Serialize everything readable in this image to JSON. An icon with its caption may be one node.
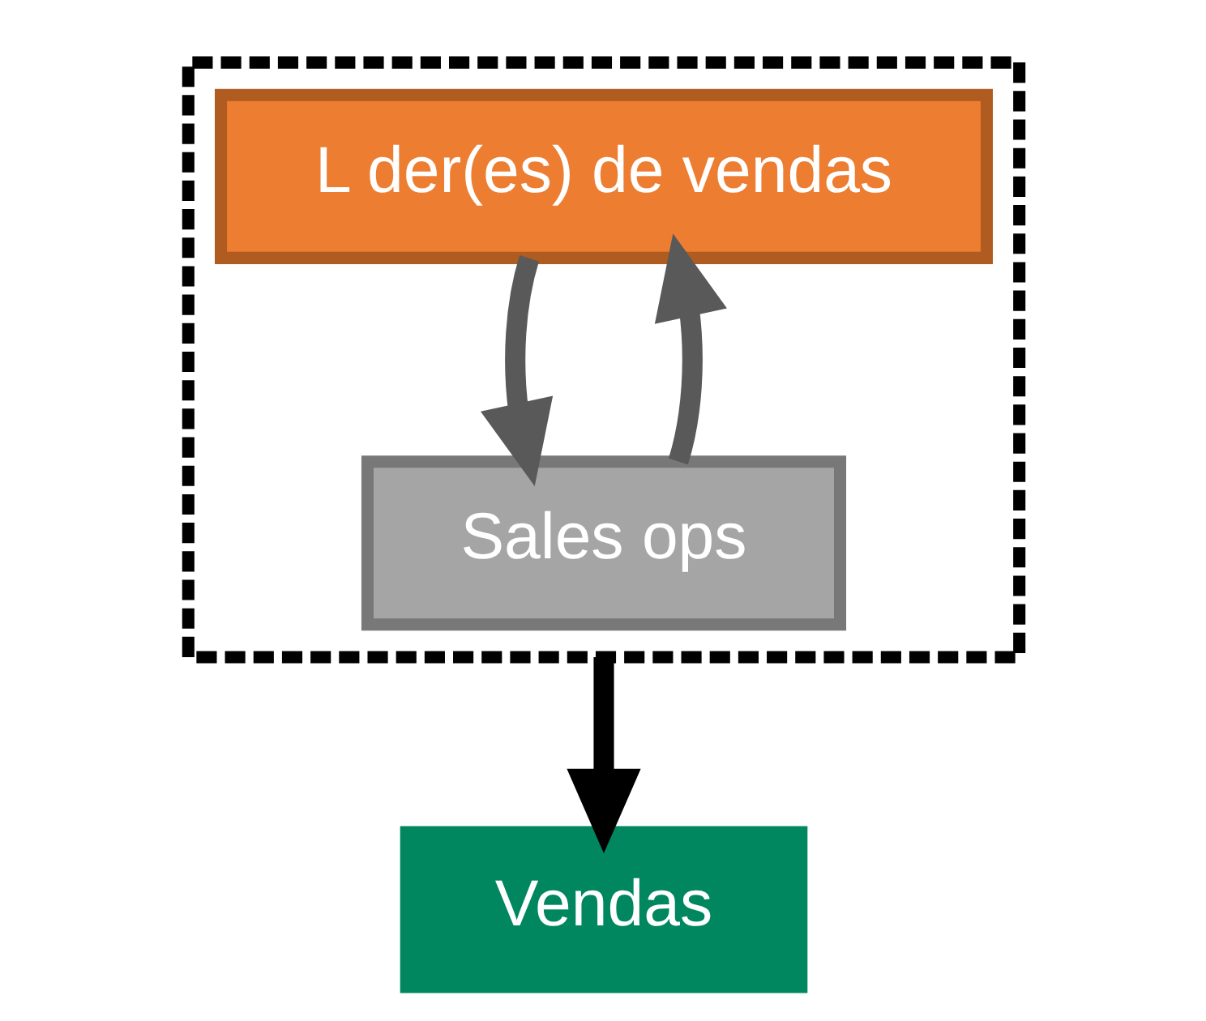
{
  "diagram": {
    "nodes": [
      {
        "text": [],
        "shape": "box"
      },
      {
        "text": [
          "L der(es) de vendas"
        ],
        "in": 0
      },
      {
        "text": [
          "Sales ops"
        ],
        "in": 0
      },
      {
        "text": [
          "Vendas"
        ]
      }
    ],
    "edges": [
      {
        "from": 1,
        "to": 2,
        "arrow": "to"
      },
      {
        "from": 2,
        "to": 1,
        "arrow": "to"
      },
      {
        "from": 0,
        "to": 3,
        "arrow": "to",
        "color": "#000000"
      }
    ]
  }
}
